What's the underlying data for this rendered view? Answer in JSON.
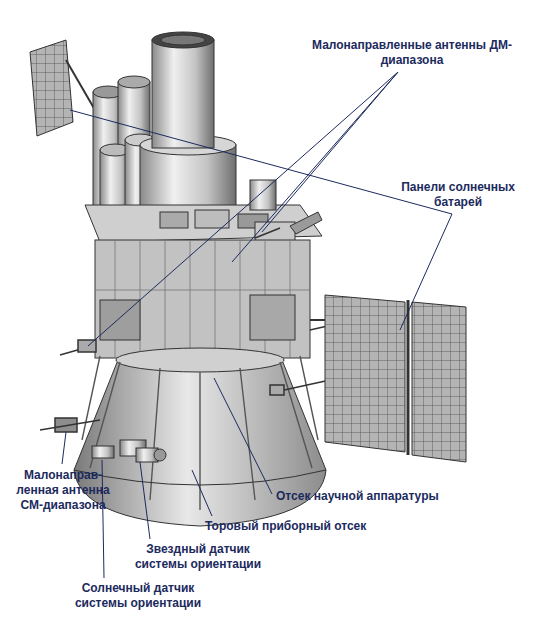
{
  "diagram": {
    "labels": [
      "Малонаправленные антенны ДМ-диапазона",
      "Панели солнечных батарей",
      "Малонаправ- ленная антенна СМ-диапазона",
      "Отсек научной аппаратуры",
      "Торовый приборный отсек",
      "Звездный датчик системы ориентации",
      "Солнечный датчик системы ориентации"
    ]
  }
}
